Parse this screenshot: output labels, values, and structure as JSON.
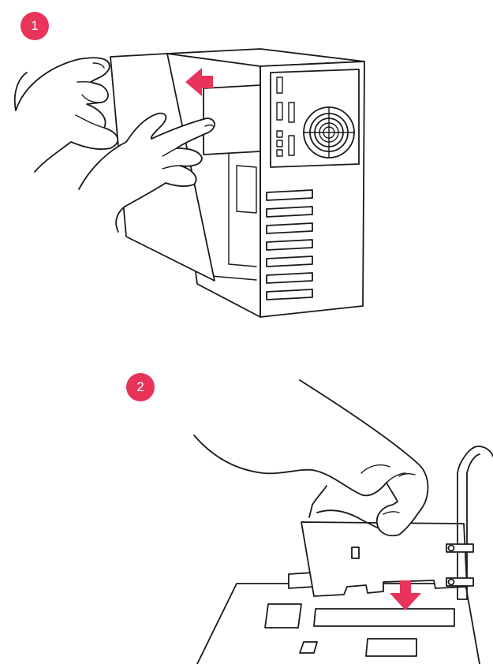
{
  "steps": [
    {
      "number": "1",
      "action": "remove-side-panel",
      "arrow_direction": "left"
    },
    {
      "number": "2",
      "action": "insert-expansion-card",
      "arrow_direction": "down"
    }
  ],
  "colors": {
    "accent": "#e8335a",
    "line": "#1a1a1a",
    "background": "#ffffff"
  },
  "icons": {
    "step1_arrow": "arrow-left-icon",
    "step2_arrow": "arrow-down-icon"
  }
}
